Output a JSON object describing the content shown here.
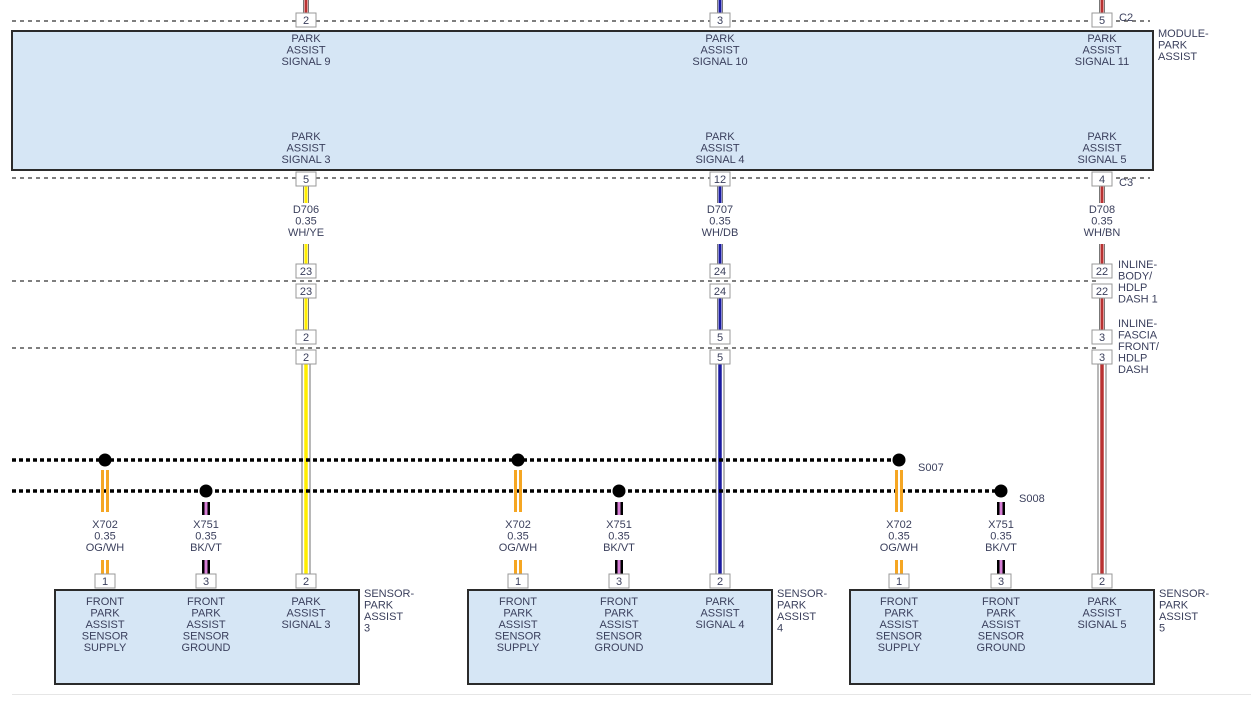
{
  "colors": {
    "module_fill": "#d6e6f5",
    "module_stroke": "#2b2b2b",
    "wire_outline": "#9a9a9a",
    "yellow": "#ffee00",
    "blue": "#1a1aa0",
    "red": "#b83232",
    "orange": "#f5a623",
    "violet": "#d77fd6",
    "black": "#000000"
  },
  "module": {
    "name": "MODULE-\nPARK\nASSIST",
    "connector_top": "C2",
    "connector_bottom": "C3",
    "top_pins": [
      {
        "pin": "2",
        "label": "PARK\nASSIST\nSIGNAL 9",
        "wire_color": "red"
      },
      {
        "pin": "3",
        "label": "PARK\nASSIST\nSIGNAL 10",
        "wire_color": "blue"
      },
      {
        "pin": "5",
        "label": "PARK\nASSIST\nSIGNAL 11",
        "wire_color": "red"
      }
    ],
    "bottom_pins": [
      {
        "pin": "5",
        "label": "PARK\nASSIST\nSIGNAL 3"
      },
      {
        "pin": "12",
        "label": "PARK\nASSIST\nSIGNAL 4"
      },
      {
        "pin": "4",
        "label": "PARK\nASSIST\nSIGNAL 5"
      }
    ]
  },
  "circuits": [
    {
      "id": "D706",
      "gauge": "0.35",
      "color_code": "WH/YE",
      "stripe": "yellow",
      "inline1": [
        "23",
        "23"
      ],
      "inline2": [
        "2",
        "2"
      ],
      "sensor_pin": "2"
    },
    {
      "id": "D707",
      "gauge": "0.35",
      "color_code": "WH/DB",
      "stripe": "blue",
      "inline1": [
        "24",
        "24"
      ],
      "inline2": [
        "5",
        "5"
      ],
      "sensor_pin": "2"
    },
    {
      "id": "D708",
      "gauge": "0.35",
      "color_code": "WH/BN",
      "stripe": "red",
      "inline1": [
        "22",
        "22"
      ],
      "inline2": [
        "3",
        "3"
      ],
      "sensor_pin": "2"
    }
  ],
  "inline_connectors": [
    {
      "name": "INLINE-\nBODY/\nHDLP\nDASH 1"
    },
    {
      "name": "INLINE-\nFASCIA\nFRONT/\nHDLP\nDASH"
    }
  ],
  "splices": [
    {
      "name": "S007"
    },
    {
      "name": "S008"
    }
  ],
  "supply_wire": {
    "id": "X702",
    "gauge": "0.35",
    "color_code": "OG/WH"
  },
  "ground_wire": {
    "id": "X751",
    "gauge": "0.35",
    "color_code": "BK/VT"
  },
  "sensors": [
    {
      "name": "SENSOR-\nPARK\nASSIST\n3",
      "pins": [
        {
          "pin": "1",
          "label": "FRONT\nPARK\nASSIST\nSENSOR\nSUPPLY"
        },
        {
          "pin": "3",
          "label": "FRONT\nPARK\nASSIST\nSENSOR\nGROUND"
        },
        {
          "pin": "2",
          "label": "PARK\nASSIST\nSIGNAL 3"
        }
      ]
    },
    {
      "name": "SENSOR-\nPARK\nASSIST\n4",
      "pins": [
        {
          "pin": "1",
          "label": "FRONT\nPARK\nASSIST\nSENSOR\nSUPPLY"
        },
        {
          "pin": "3",
          "label": "FRONT\nPARK\nASSIST\nSENSOR\nGROUND"
        },
        {
          "pin": "2",
          "label": "PARK\nASSIST\nSIGNAL 4"
        }
      ]
    },
    {
      "name": "SENSOR-\nPARK\nASSIST\n5",
      "pins": [
        {
          "pin": "1",
          "label": "FRONT\nPARK\nASSIST\nSENSOR\nSUPPLY"
        },
        {
          "pin": "3",
          "label": "FRONT\nPARK\nASSIST\nSENSOR\nGROUND"
        },
        {
          "pin": "2",
          "label": "PARK\nASSIST\nSIGNAL 5"
        }
      ]
    }
  ]
}
